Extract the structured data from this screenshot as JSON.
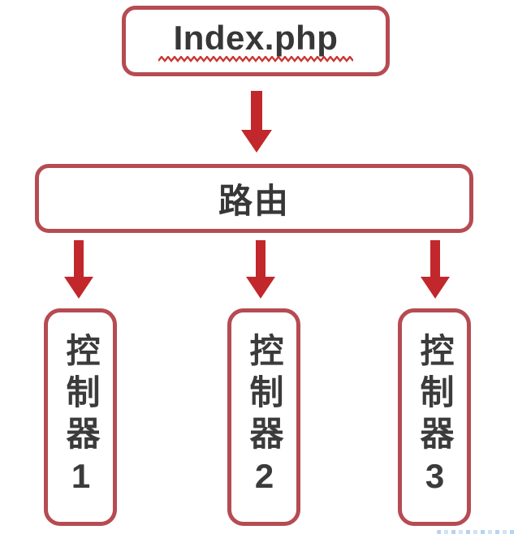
{
  "diagram": {
    "type": "flowchart",
    "description": "PHP front-controller routing flow",
    "entry_box": {
      "label": "Index.php",
      "spellcheck_squiggle": true
    },
    "router_box": {
      "label": "路由"
    },
    "controller_boxes": [
      {
        "label": "控制器1"
      },
      {
        "label": "控制器2"
      },
      {
        "label": "控制器3"
      }
    ],
    "connections": [
      {
        "from": "Index.php",
        "to": "路由"
      },
      {
        "from": "路由",
        "to": "控制器1"
      },
      {
        "from": "路由",
        "to": "控制器2"
      },
      {
        "from": "路由",
        "to": "控制器3"
      }
    ]
  },
  "colors": {
    "box_border": "#b64b52",
    "arrow": "#c2272b",
    "text": "#373737",
    "squiggle": "#c5211c",
    "background": "#ffffff"
  }
}
